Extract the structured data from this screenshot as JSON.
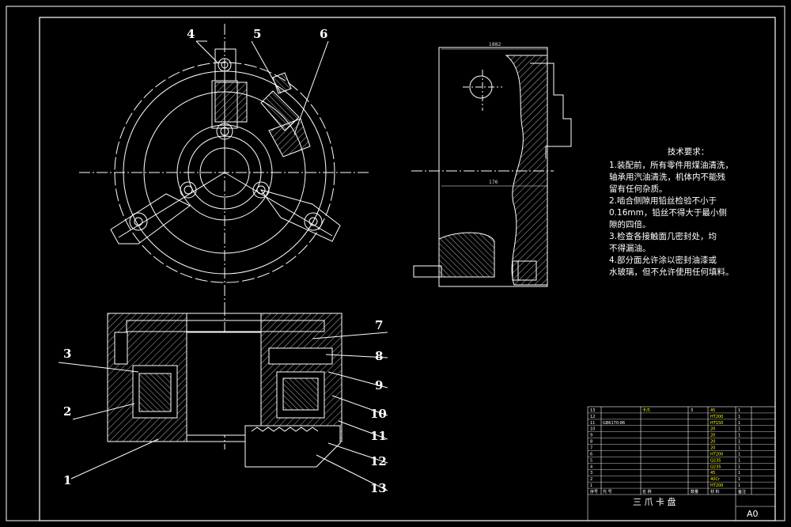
{
  "drawing": {
    "title": "三 爪 卡 盘",
    "sheet_size": "A0",
    "callouts": [
      "1",
      "2",
      "3",
      "4",
      "5",
      "6",
      "7",
      "8",
      "9",
      "10",
      "11",
      "12",
      "13"
    ],
    "dimensions": {
      "top": "1882",
      "middle": "176"
    }
  },
  "technical_requirements": {
    "title": "技术要求：",
    "lines": [
      "1.装配前，所有零件用煤油清洗，",
      "轴承用汽油清洗，机体内不能残",
      "留有任何杂质。",
      "2.啮合侧隙用铅丝检验不小于",
      "0.16mm，铅丝不得大于最小侧",
      "隙的四倍。",
      "3.检查各接触面几密封处，均",
      "不得漏油。",
      "4.部分面允许涂以密封油漆或",
      "水玻璃，但不允许使用任何填料。"
    ]
  },
  "bom": {
    "rows": [
      {
        "no": "13",
        "code": "",
        "name": "卡爪",
        "qty": "3",
        "mat": "45",
        "note": "1"
      },
      {
        "no": "12",
        "code": "",
        "name": "",
        "qty": "",
        "mat": "HT200",
        "note": "1"
      },
      {
        "no": "11",
        "code": "GB6170-86",
        "name": "",
        "qty": "",
        "mat": "HT150",
        "note": "1"
      },
      {
        "no": "10",
        "code": "",
        "name": "",
        "qty": "",
        "mat": "20",
        "note": "1"
      },
      {
        "no": "9",
        "code": "",
        "name": "",
        "qty": "",
        "mat": "20",
        "note": "1"
      },
      {
        "no": "8",
        "code": "",
        "name": "",
        "qty": "",
        "mat": "20",
        "note": "1"
      },
      {
        "no": "7",
        "code": "",
        "name": "",
        "qty": "",
        "mat": "20",
        "note": "1"
      },
      {
        "no": "6",
        "code": "",
        "name": "",
        "qty": "",
        "mat": "HT200",
        "note": "1"
      },
      {
        "no": "5",
        "code": "",
        "name": "",
        "qty": "",
        "mat": "Q235",
        "note": "1"
      },
      {
        "no": "4",
        "code": "",
        "name": "",
        "qty": "",
        "mat": "Q235",
        "note": "1"
      },
      {
        "no": "3",
        "code": "",
        "name": "",
        "qty": "",
        "mat": "45",
        "note": "1"
      },
      {
        "no": "2",
        "code": "",
        "name": "",
        "qty": "",
        "mat": "40Cr",
        "note": "1"
      },
      {
        "no": "1",
        "code": "",
        "name": "",
        "qty": "",
        "mat": "HT200",
        "note": "1"
      }
    ],
    "header": {
      "no": "序号",
      "code": "代 号",
      "name": "名 称",
      "qty": "数量",
      "mat": "材 料",
      "note": "备注"
    }
  },
  "colors": {
    "background": "#000000",
    "line": "#ffffff",
    "hatch": "#ffffff",
    "text_yellow": "#ffff00"
  }
}
